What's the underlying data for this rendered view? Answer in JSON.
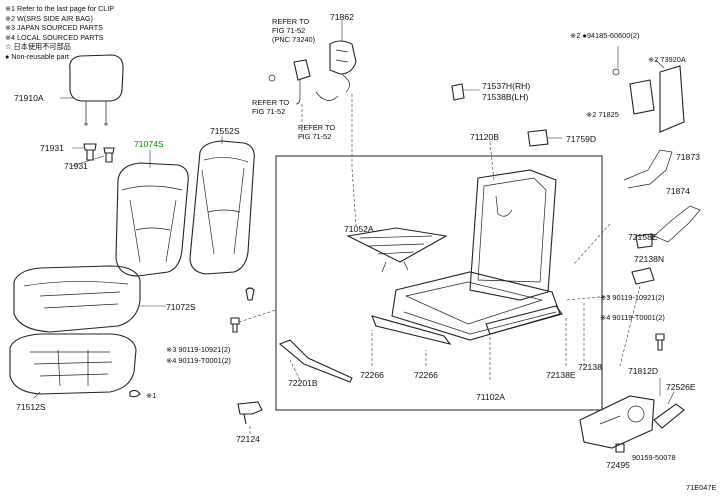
{
  "legend": [
    "※1  Refer to the last page for CLIP",
    "※2  W(SRS SIDE AIR BAG)",
    "※3  JAPAN SOURCED PARTS",
    "※4  LOCAL SOURCED PARTS",
    "☆ 日本使用不可部品",
    "● Non-reusable part"
  ],
  "parts": {
    "p71910A": "71910A",
    "p71931a": "71931",
    "p71931b": "71931",
    "p71074S": "71074S",
    "p71552S": "71552S",
    "p71072S": "71072S",
    "p90119_10921": "※3 90119-10921(2)",
    "p90119_T0001": "※4 90119-T0001(2)",
    "p71512S": "71512S",
    "p_clip1": "※1",
    "p72124": "72124",
    "p72201B": "72201B",
    "p72266a": "72266",
    "p72266b": "72266",
    "p71102A": "71102A",
    "p72138E": "72138E",
    "p72138": "72138",
    "p71052A": "71052A",
    "p71120B": "71120B",
    "p71537H": "71537H(RH)",
    "p71538B": "71538B(LH)",
    "p71759D": "71759D",
    "p71862": "71862",
    "p94185": "※2 ●94185-60600(2)",
    "p73920A": "※2 73920A",
    "p71825": "※2 71825",
    "p71873": "71873",
    "p71874": "71874",
    "p72158E": "72158E",
    "p72138N": "72138N",
    "p90119_10921r": "※3 90119-10921(2)",
    "p90119_T0001r": "※4 90119-T0001(2)",
    "p71812D": "71812D",
    "p72526E": "72526E",
    "p72495": "72495",
    "p90159": "90159-50078",
    "p_footer": "71E047E"
  },
  "refs": {
    "ref1_a": "REFER TO",
    "ref1_b": "FIG 71-52",
    "ref1_c": "(PNC 73240)",
    "ref2_a": "REFER TO",
    "ref2_b": "FIG 71-52",
    "ref3_a": "REFER TO",
    "ref3_b": "FIG 71-52"
  }
}
